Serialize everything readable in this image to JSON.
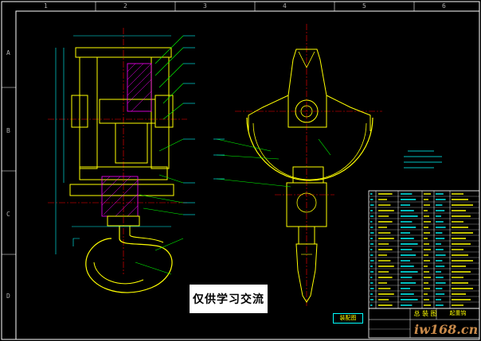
{
  "stamp_text": "仅供学习交流",
  "watermark": "iw168.cn",
  "title_block": {
    "name": "总 装 图",
    "drawing": "起重钩"
  },
  "assembly_label": "装配图",
  "zones_left": [
    "A",
    "B",
    "C",
    "D"
  ],
  "zones_top": [
    "1",
    "2",
    "3",
    "4",
    "5",
    "6"
  ],
  "colors": {
    "frame": "#ffffff",
    "part": "#ffff00",
    "dim": "#00ffff",
    "center": "#ff0000",
    "leader": "#00ff00",
    "hatch": "#ff00ff"
  }
}
